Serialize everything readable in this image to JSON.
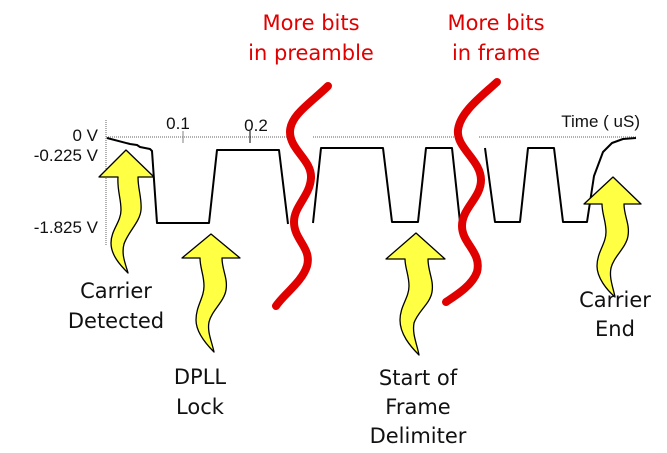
{
  "title": "Ethernet signal timing diagram",
  "colors": {
    "waveform": "#000000",
    "axis": "#808080",
    "arrow_fill": "#ffff44",
    "arrow_stroke": "#000000",
    "break_mark": "#e00000",
    "annotation_red": "#e00000",
    "label": "#111111"
  },
  "axis": {
    "x_label": "Time ( uS)",
    "x_ticks": [
      "0.1",
      "0.2"
    ],
    "y_ticks": [
      "0 V",
      "-0.225 V",
      "-1.825 V"
    ]
  },
  "red_annotations": [
    {
      "lines": [
        "More bits",
        "in preamble"
      ]
    },
    {
      "lines": [
        "More bits",
        "in frame"
      ]
    }
  ],
  "arrow_labels": [
    {
      "name": "carrier-detected",
      "lines": [
        "Carrier",
        "Detected"
      ]
    },
    {
      "name": "dpll-lock",
      "lines": [
        "DPLL",
        "Lock"
      ]
    },
    {
      "name": "start-of-frame-delimiter",
      "lines": [
        "Start of",
        "Frame",
        "Delimiter"
      ]
    },
    {
      "name": "carrier-end",
      "lines": [
        "Carrier",
        "End"
      ]
    }
  ]
}
